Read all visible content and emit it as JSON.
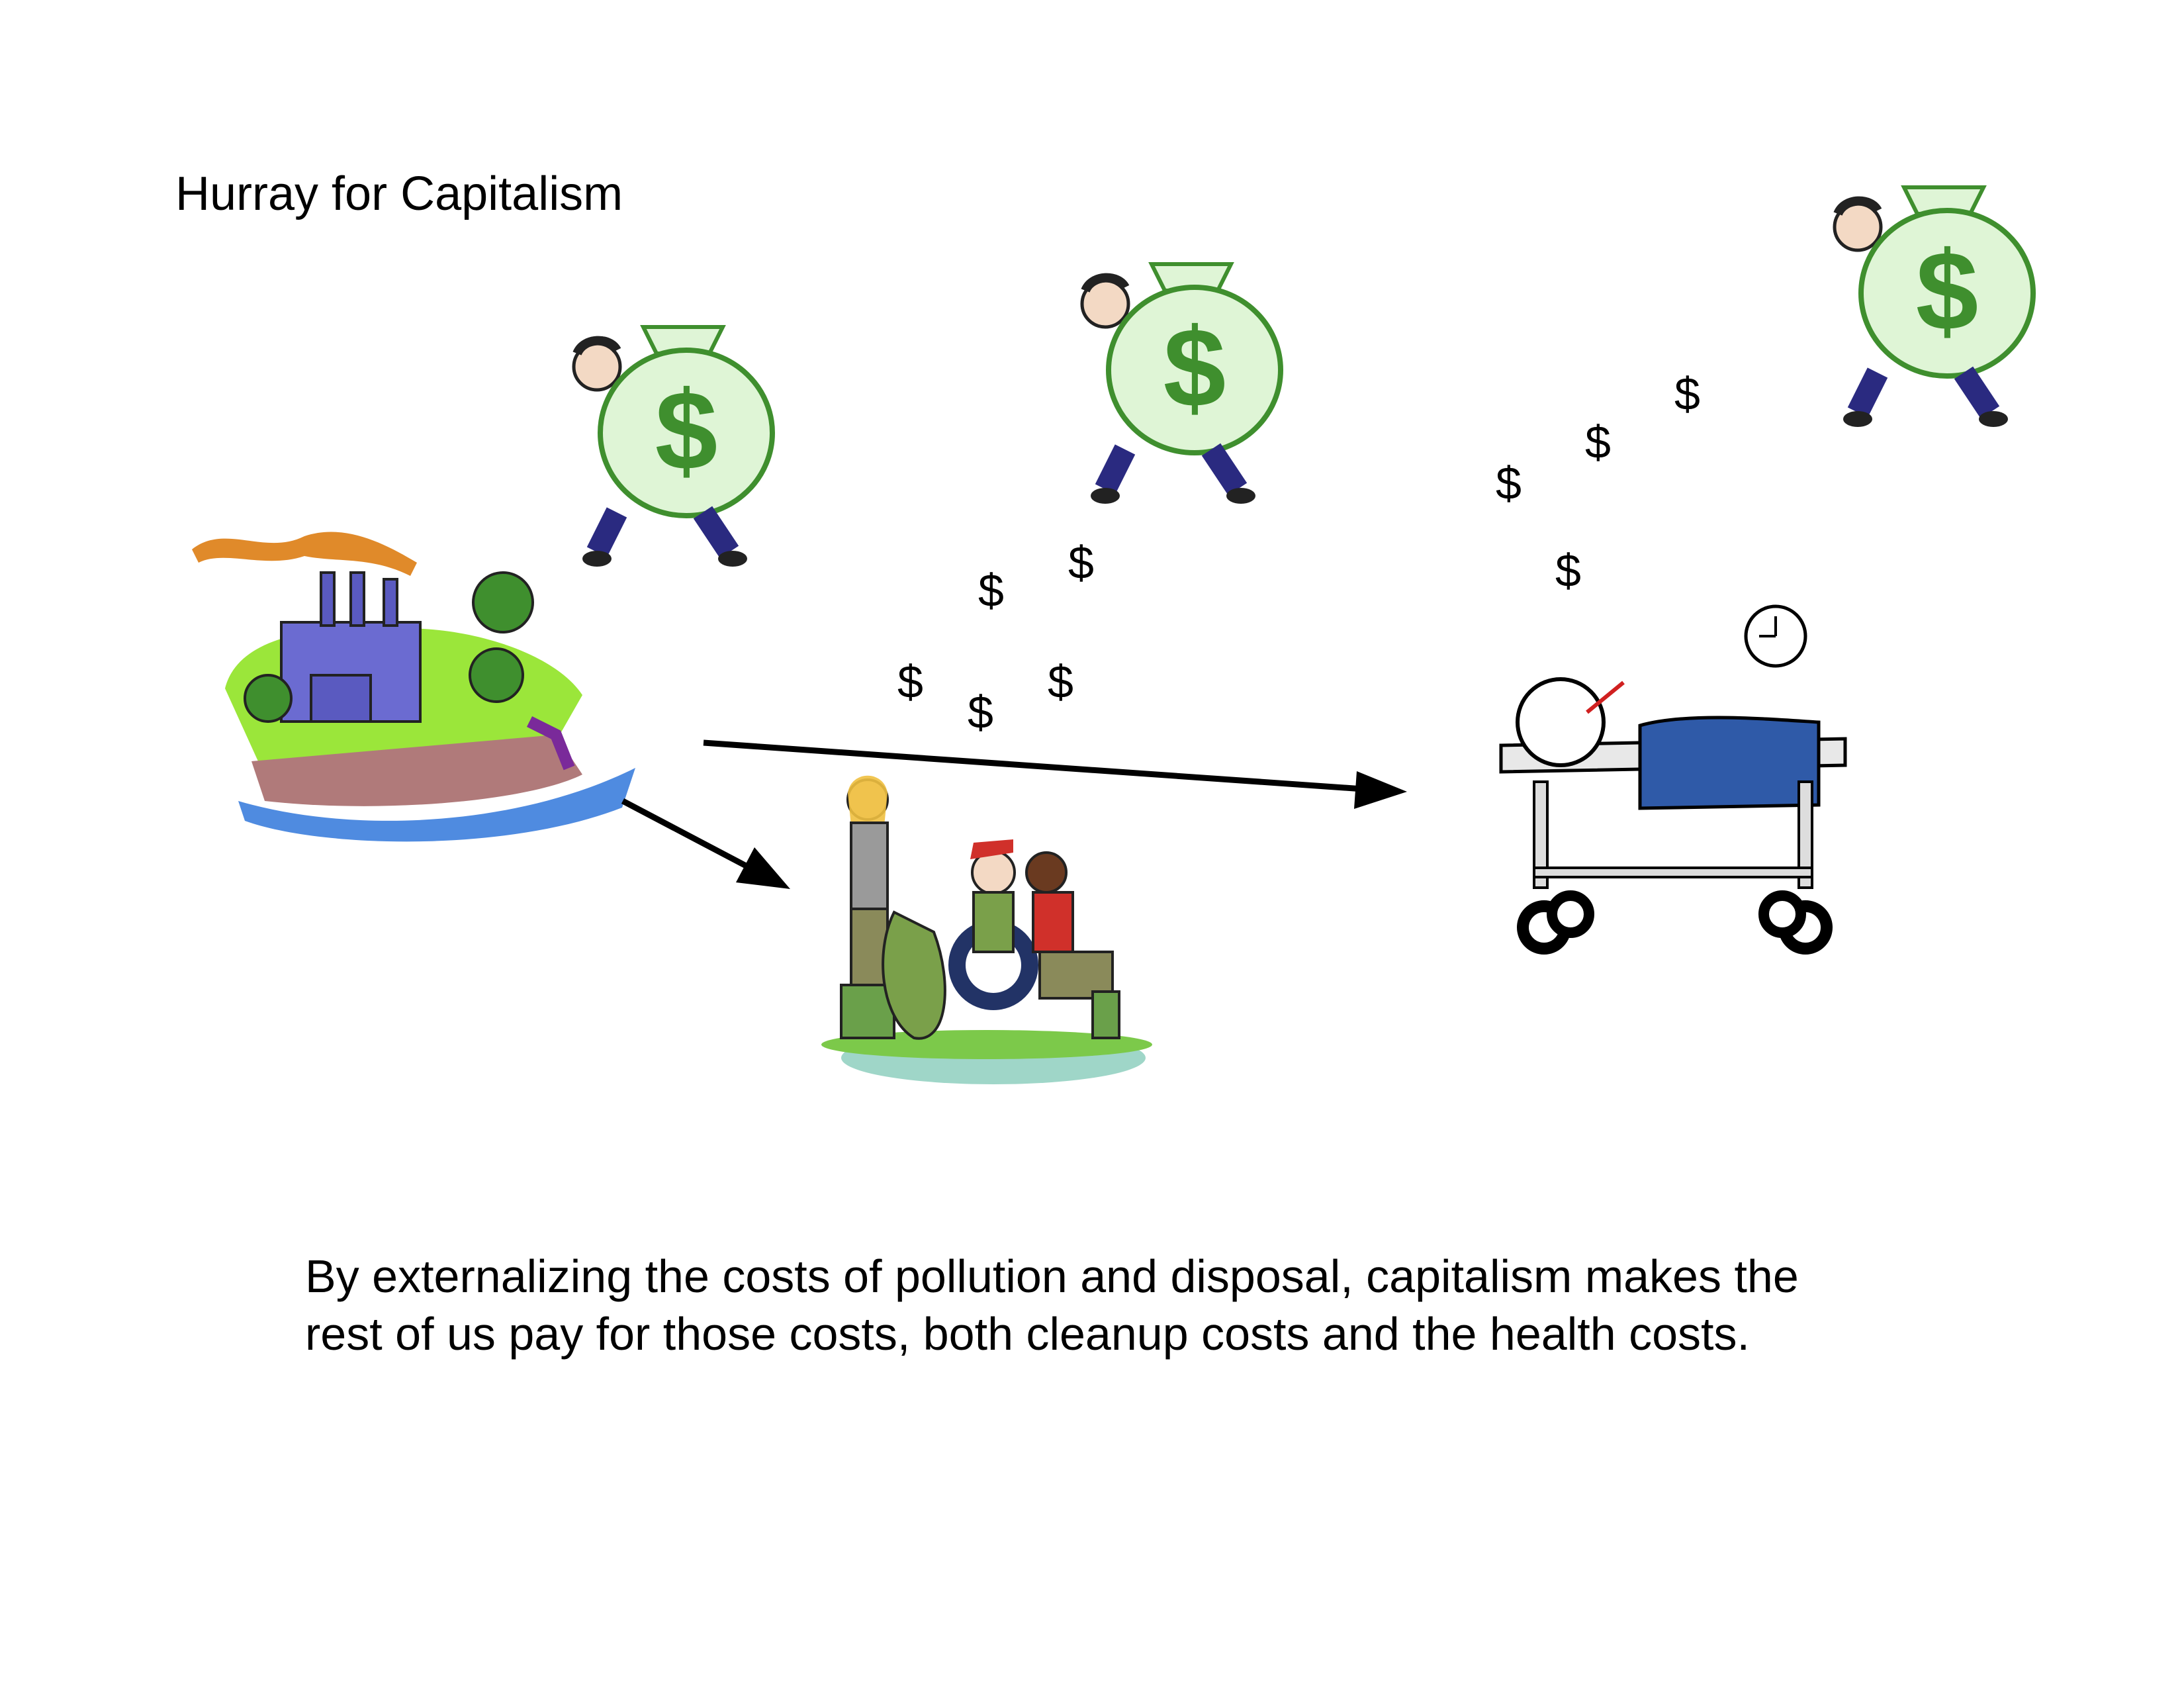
{
  "title": "Hurray for Capitalism",
  "caption": {
    "line1": "By externalizing the costs of pollution and disposal, capitalism makes the",
    "line2": "rest of us pay for those costs, both cleanup costs and the health costs."
  },
  "dollar_sign": "$",
  "colors": {
    "money_green": "#3f8f2e",
    "bag_fill": "#dff5d6",
    "factory": "#6b6bd1",
    "smoke": "#e08a2a"
  }
}
